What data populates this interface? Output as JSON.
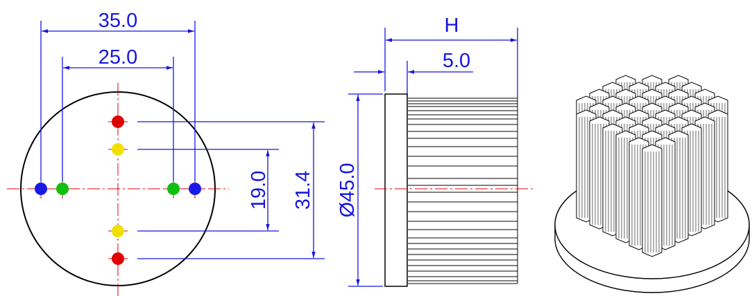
{
  "drawing": {
    "front_view": {
      "dim_outer_spacing": "35.0",
      "dim_inner_spacing": "25.0",
      "dim_vertical_inner": "19.0",
      "dim_vertical_outer": "31.4"
    },
    "side_view": {
      "dim_diameter": "Ø45.0",
      "dim_height": "H",
      "dim_base": "5.0"
    },
    "colors": {
      "dimension": "#1515e0",
      "centerline": "#e00000",
      "outline": "#000000",
      "hole_outer_horizontal": "#1a1ae6",
      "hole_inner_horizontal": "#10c010",
      "hole_outer_vertical": "#e00000",
      "hole_inner_vertical": "#f0e000"
    }
  }
}
